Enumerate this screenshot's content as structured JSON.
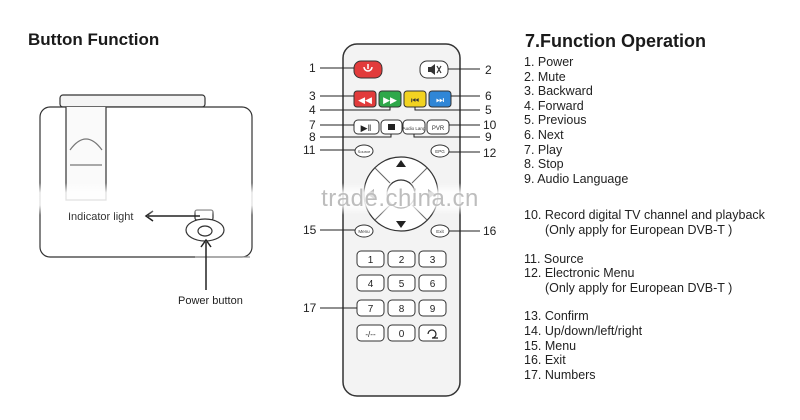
{
  "left_heading": "Button Function",
  "right_heading": "7.Function Operation",
  "projector": {
    "indicator_label": "Indicator light",
    "power_label": "Power button"
  },
  "remote": {
    "keypad": [
      "1",
      "2",
      "3",
      "4",
      "5",
      "6",
      "7",
      "8",
      "9",
      "-/--",
      "0"
    ],
    "small_labels": {
      "audio": "Audio Lang",
      "pvr": "PVR",
      "source": "Source",
      "epg": "EPG",
      "menu": "Menu",
      "exit": "Exit"
    },
    "callouts": [
      "1",
      "2",
      "3",
      "4",
      "5",
      "6",
      "7",
      "8",
      "9",
      "10",
      "11",
      "12",
      "15",
      "16",
      "17"
    ]
  },
  "functions": [
    "1. Power",
    "2. Mute",
    "3. Backward",
    "4. Forward",
    "5. Previous",
    "6. Next",
    "7. Play",
    "8. Stop",
    "9. Audio Language",
    "10. Record digital TV channel and playback",
    "(Only apply for European DVB-T )",
    "11. Source",
    "12. Electronic Menu",
    "(Only apply for European DVB-T )",
    "13. Confirm",
    "14. Up/down/left/right",
    "15. Menu",
    "16. Exit",
    "17. Numbers"
  ],
  "watermark": "trade.china.cn",
  "colors": {
    "power": "#e23b3b",
    "green": "#2ea84a",
    "yellow": "#f2d321",
    "blue": "#2f86d6",
    "red_button": "#e23b3b"
  }
}
